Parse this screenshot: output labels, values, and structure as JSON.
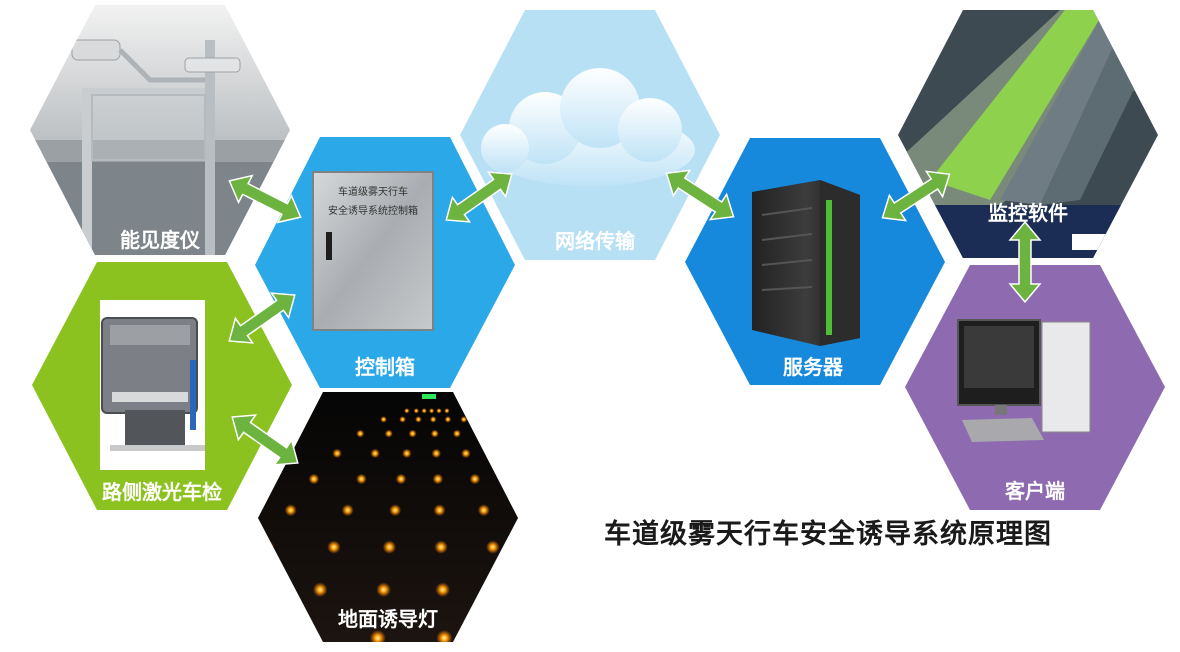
{
  "title": "车道级雾天行车安全诱导系统原理图",
  "nodes": {
    "visibility_meter": {
      "label": "能见度仪"
    },
    "control_box": {
      "label": "控制箱",
      "panel_text_1": "车道级雾天行车",
      "panel_text_2": "安全诱导系统控制箱"
    },
    "network": {
      "label": "网络传输"
    },
    "server": {
      "label": "服务器"
    },
    "monitoring_software": {
      "label": "监控软件"
    },
    "laser_detector": {
      "label": "路侧激光车检"
    },
    "ground_lights": {
      "label": "地面诱导灯"
    },
    "client": {
      "label": "客户端"
    }
  },
  "colors": {
    "blue": "#2ba8e8",
    "deep_blue": "#1689dd",
    "light_blue": "#b8e0f4",
    "green": "#8cc21f",
    "purple": "#8e6bb1",
    "arrow": "#6db33f"
  }
}
